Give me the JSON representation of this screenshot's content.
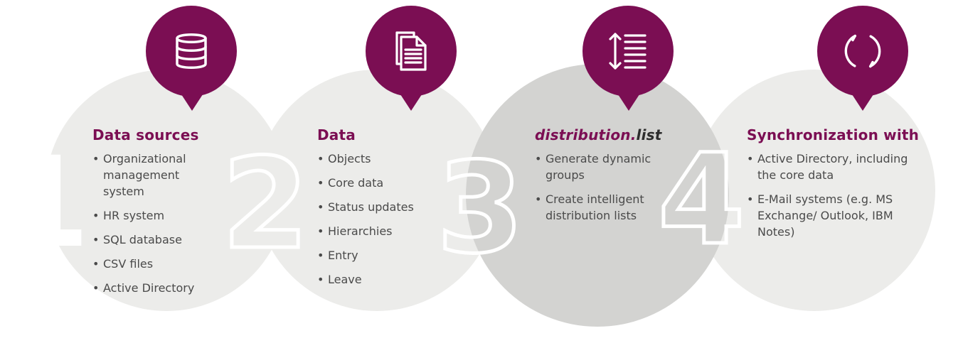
{
  "steps": [
    {
      "number": "1",
      "icon": "database-icon",
      "heading": "Data sources",
      "items": [
        "Organizational management system",
        "HR system",
        "SQL database",
        "CSV files",
        "Active Directory"
      ]
    },
    {
      "number": "2",
      "icon": "document-icon",
      "heading": "Data",
      "items": [
        "Objects",
        "Core data",
        "Status updates",
        "Hierarchies",
        "Entry",
        "Leave"
      ]
    },
    {
      "number": "3",
      "icon": "sort-list-icon",
      "heading_part1": "distribution",
      "heading_dot": ".",
      "heading_part2": "list",
      "items": [
        "Generate dynamic groups",
        "Create intelligent distribution lists"
      ]
    },
    {
      "number": "4",
      "icon": "sync-icon",
      "heading": "Synchronization with",
      "items": [
        "Active Directory, including the core data",
        "E-Mail systems (e.g. MS Exchange/ Outlook, IBM Notes)"
      ]
    }
  ],
  "colors": {
    "accent": "#7b0e53",
    "circle_light": "#ececea",
    "circle_dark": "#d3d3d1",
    "text": "#4a4a4a"
  }
}
